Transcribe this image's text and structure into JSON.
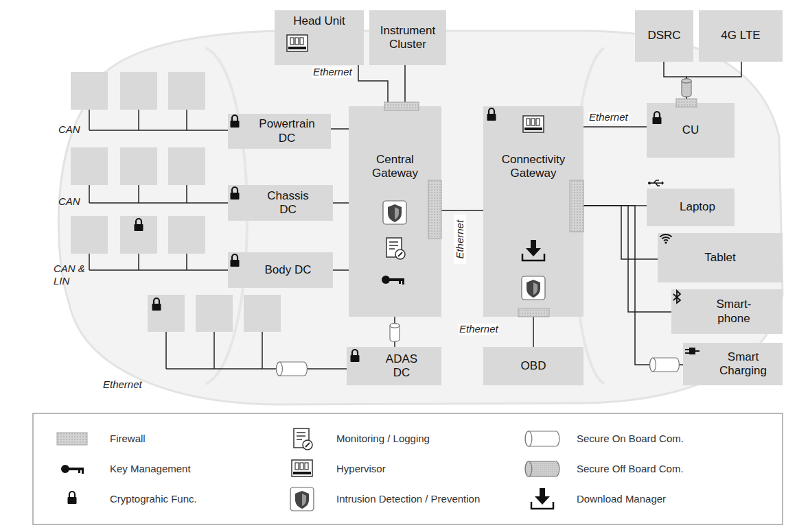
{
  "diagram": {
    "nodes": [
      {
        "text": [
          "Head Unit"
        ]
      },
      {
        "text": [
          "Instrument Cluster"
        ]
      },
      {
        "text": [
          "DSRC"
        ]
      },
      {
        "text": [
          "4G LTE"
        ]
      },
      {
        "text": [
          "Powertrain DC"
        ]
      },
      {
        "text": [
          "Central Gateway"
        ]
      },
      {
        "text": [
          "Connectivity Gateway"
        ]
      },
      {
        "text": [
          "CU"
        ]
      },
      {
        "text": [
          "Chassis DC"
        ]
      },
      {
        "text": [
          "Laptop"
        ]
      },
      {
        "text": [
          "Tablet"
        ]
      },
      {
        "text": [
          "Body DC"
        ]
      },
      {
        "text": [
          "Smart- phone"
        ]
      },
      {
        "text": [
          "ADAS DC"
        ]
      },
      {
        "text": [
          "OBD"
        ]
      },
      {
        "text": [
          "Smart Charging"
        ]
      }
    ],
    "edges": [
      {
        "from": 0,
        "to": 5,
        "arrow": "none",
        "label": "Ethernet"
      },
      {
        "from": 1,
        "to": 5,
        "arrow": "none"
      },
      {
        "from": 2,
        "to": 7,
        "arrow": "none"
      },
      {
        "from": 3,
        "to": 7,
        "arrow": "none"
      },
      {
        "from": 4,
        "to": 5,
        "arrow": "none"
      },
      {
        "from": 8,
        "to": 5,
        "arrow": "none"
      },
      {
        "from": 11,
        "to": 5,
        "arrow": "none"
      },
      {
        "from": 13,
        "to": 5,
        "arrow": "none"
      },
      {
        "from": 5,
        "to": 6,
        "arrow": "none",
        "label": "Ethernet"
      },
      {
        "from": 6,
        "to": 7,
        "arrow": "none",
        "label": "Ethernet"
      },
      {
        "from": 6,
        "to": 14,
        "arrow": "none",
        "label": "Ethernet"
      },
      {
        "from": 6,
        "to": 9,
        "arrow": "none"
      },
      {
        "from": 6,
        "to": 10,
        "arrow": "none"
      },
      {
        "from": 6,
        "to": 12,
        "arrow": "none"
      },
      {
        "from": 6,
        "to": 15,
        "arrow": "none"
      }
    ],
    "labels": [
      "CAN",
      "CAN",
      "CAN & LIN",
      "Ethernet"
    ],
    "legend": [
      {
        "text": "Firewall"
      },
      {
        "text": "Monitoring / Logging"
      },
      {
        "text": "Secure On Board Com."
      },
      {
        "text": "Key Management"
      },
      {
        "text": "Hypervisor"
      },
      {
        "text": "Secure Off Board Com."
      },
      {
        "text": "Cryptograhic Func."
      },
      {
        "text": "Intrusion Detection / Prevention"
      },
      {
        "text": "Download Manager"
      }
    ]
  }
}
